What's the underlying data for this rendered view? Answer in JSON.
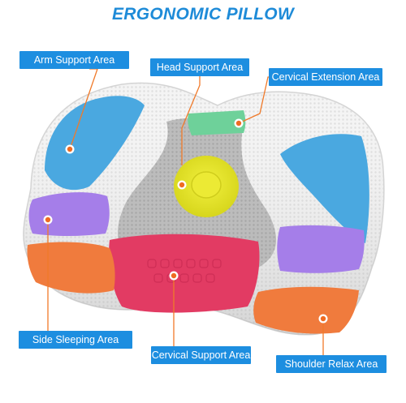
{
  "title": "ERGONOMIC PILLOW",
  "labels": {
    "arm_support": "Arm Support Area",
    "head_support": "Head Support Area",
    "cervical_extension": "Cervical Extension Area",
    "side_sleeping": "Side Sleeping Area",
    "cervical_support": "Cervical Support Area",
    "shoulder_relax": "Shoulder Relax Area"
  },
  "colors": {
    "label_background": "#1d8ee0",
    "title": "#1e8bd8",
    "leader_line": "#f07a2a",
    "marker_dot": "#f06b22",
    "pillow_mesh": "#f2f2f2",
    "center_channel": "#b3b3b3",
    "blue_zone": "#4aa8e0",
    "green_zone": "#6ed19a",
    "yellow_zone": "#e8e626",
    "purple_zone": "#a57ee9",
    "orange_zone": "#f07b3d",
    "pink_zone": "#e23b63"
  }
}
